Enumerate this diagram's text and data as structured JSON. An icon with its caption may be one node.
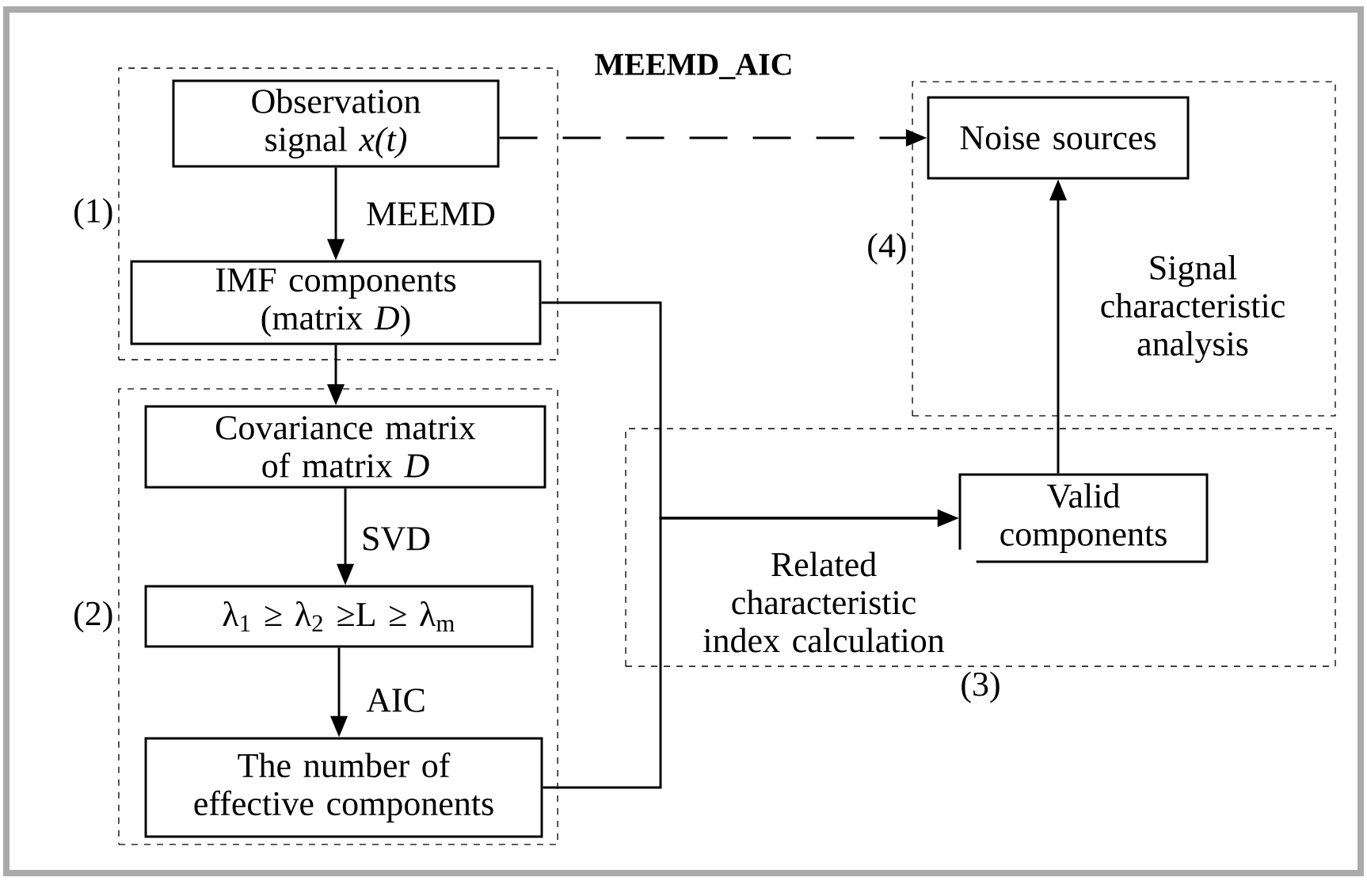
{
  "diagram": {
    "title": "MEEMD_AIC",
    "nodes": [
      {
        "text": [
          "(1)"
        ]
      },
      {
        "text": [
          "Observation signal *x(t)*"
        ],
        "in": 0
      },
      {
        "text": [
          "IMF components (matrix *D*)"
        ],
        "in": 0
      },
      {
        "text": [
          "(2)"
        ]
      },
      {
        "text": [
          "Covariance matrix of matrix *D*"
        ],
        "in": 3
      },
      {
        "text": [
          "λ$_{1}$ ≥ λ$_{2}$ ≥L ≥ λ$_{m}$"
        ],
        "in": 3
      },
      {
        "text": [
          "The number of effective components"
        ],
        "in": 3
      },
      {
        "text": [
          "(4)"
        ]
      },
      {
        "text": [
          "Noise sources"
        ],
        "in": 7
      },
      {
        "text": [
          "(3)"
        ]
      },
      {
        "text": [
          "Valid components"
        ],
        "in": 9
      }
    ],
    "edges": [
      {
        "from": 1,
        "to": 2,
        "arrow": "to",
        "label": "MEEMD"
      },
      {
        "from": 2,
        "to": 4,
        "arrow": "to"
      },
      {
        "from": 4,
        "to": 5,
        "arrow": "to",
        "label": "SVD"
      },
      {
        "from": 5,
        "to": 6,
        "arrow": "to",
        "label": "AIC"
      },
      {
        "from": 2,
        "to": 10,
        "arrow": "to",
        "label": "Related characteristic index calculation"
      },
      {
        "from": 6,
        "to": 10,
        "arrow": "to"
      },
      {
        "from": 10,
        "to": 8,
        "arrow": "to",
        "label": "Signal characteristic analysis"
      },
      {
        "from": 1,
        "to": 8,
        "arrow": "to",
        "style": "dashed"
      }
    ]
  }
}
